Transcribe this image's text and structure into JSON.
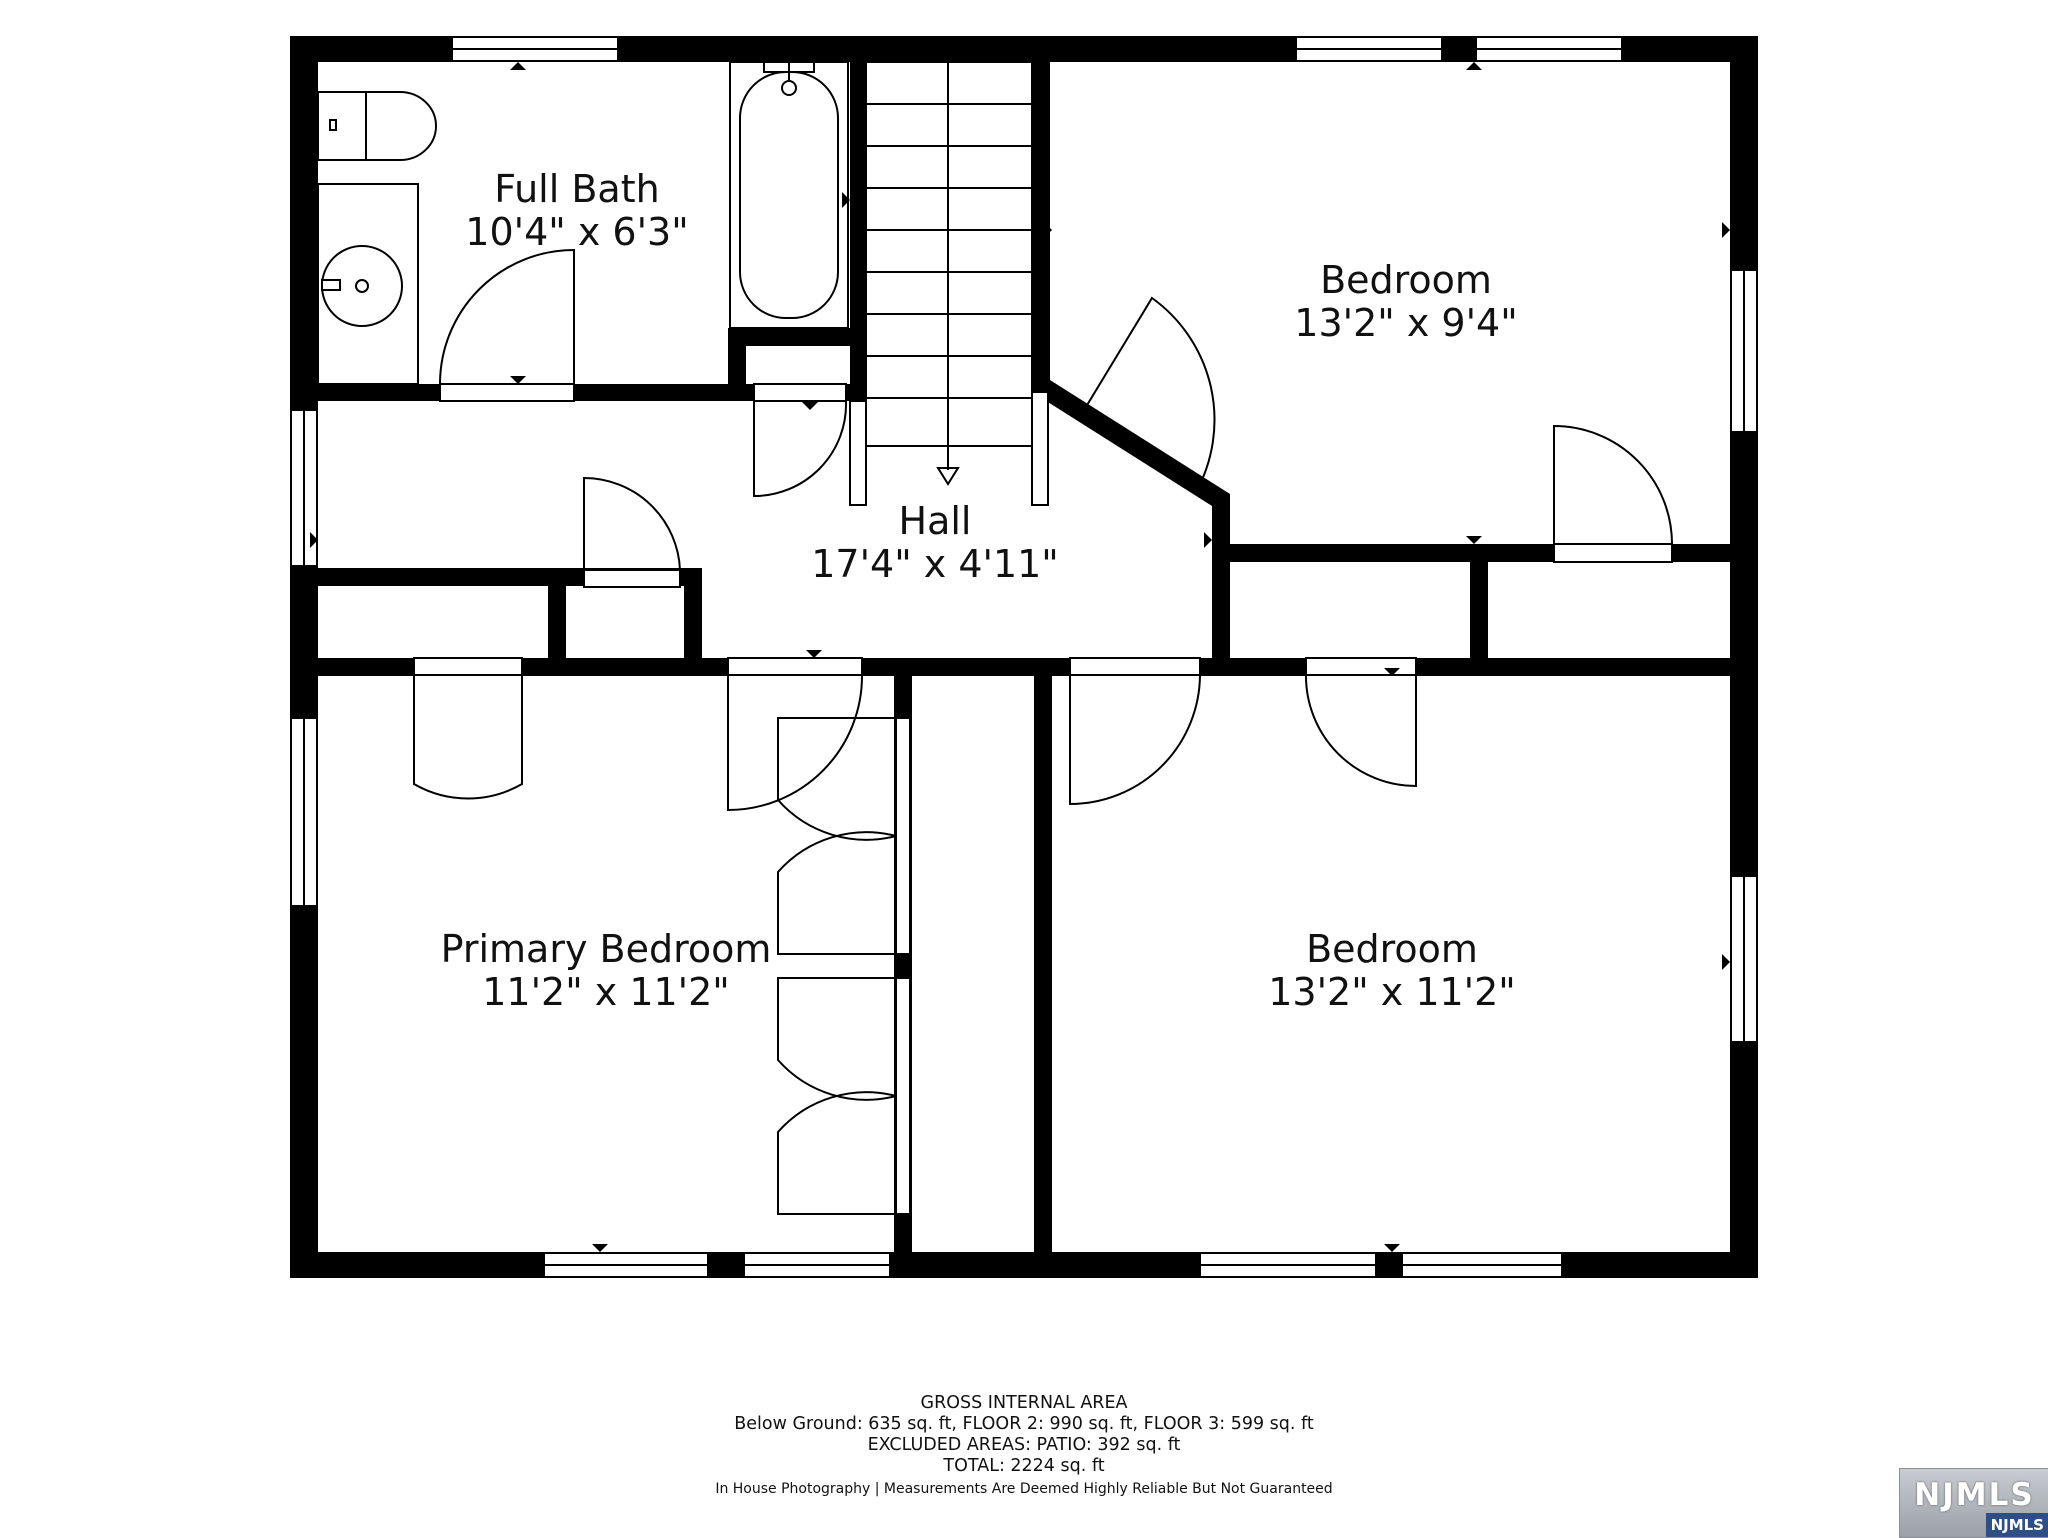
{
  "rooms": {
    "full_bath": {
      "name": "Full Bath",
      "dims": "10'4\" x 6'3\""
    },
    "bedroom_upper": {
      "name": "Bedroom",
      "dims": "13'2\" x 9'4\""
    },
    "hall": {
      "name": "Hall",
      "dims": "17'4\" x 4'11\""
    },
    "primary_bedroom": {
      "name": "Primary Bedroom",
      "dims": "11'2\" x 11'2\""
    },
    "bedroom_lower": {
      "name": "Bedroom",
      "dims": "13'2\" x 11'2\""
    }
  },
  "footer": {
    "heading": "GROSS INTERNAL AREA",
    "areas": "Below Ground: 635 sq. ft, FLOOR 2: 990 sq. ft, FLOOR 3: 599 sq. ft",
    "excluded": "EXCLUDED AREAS: PATIO: 392 sq. ft",
    "total": "TOTAL: 2224 sq. ft",
    "disclaimer": "In House Photography | Measurements Are Deemed Highly Reliable But Not Guaranteed"
  },
  "badge": {
    "logo": "NJMLS",
    "tag": "NJMLS"
  },
  "colors": {
    "wall": "#000000",
    "background": "#ffffff"
  }
}
